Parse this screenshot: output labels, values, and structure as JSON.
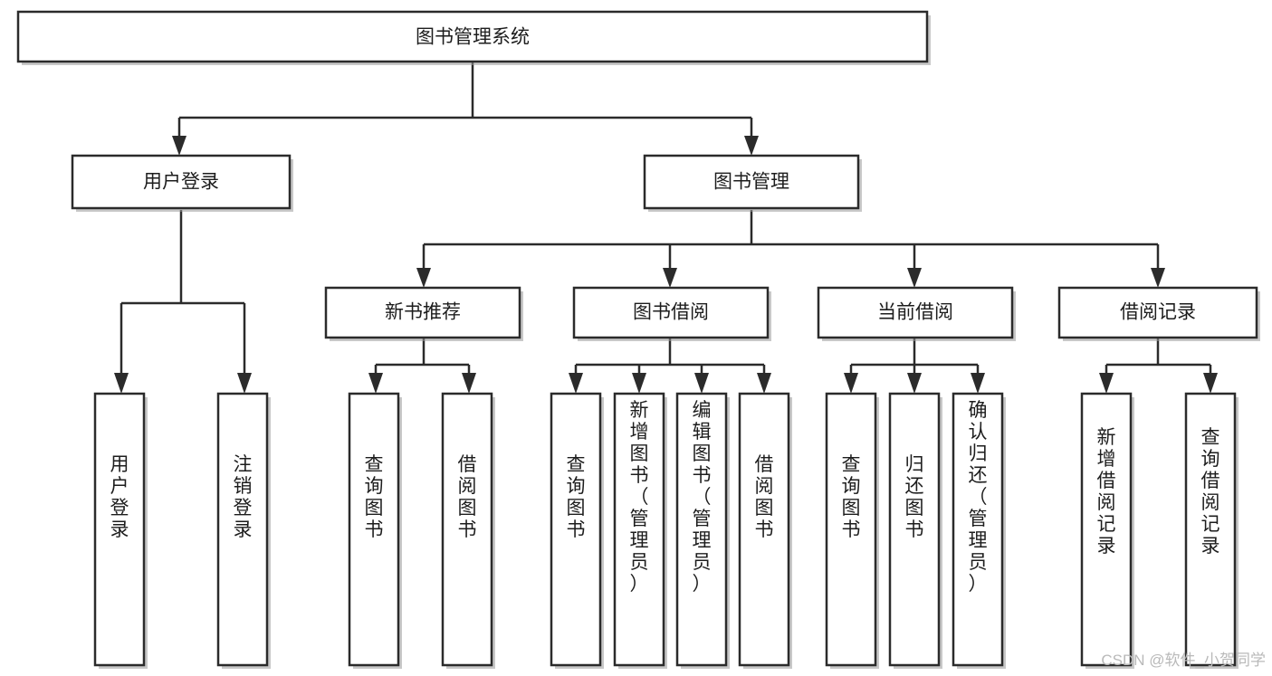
{
  "diagram": {
    "type": "hierarchy-tree",
    "title": "图书管理系统",
    "orientation": "top-down",
    "colors": {
      "box_fill": "#ffffff",
      "box_stroke": "#2b2b2b",
      "text": "#1d1d1d",
      "watermark": "#b9b9b9",
      "background": "#ffffff"
    },
    "root": {
      "label": "图书管理系统"
    },
    "level2": [
      {
        "label": "用户登录"
      },
      {
        "label": "图书管理"
      }
    ],
    "level3": [
      {
        "label": "新书推荐"
      },
      {
        "label": "图书借阅"
      },
      {
        "label": "当前借阅"
      },
      {
        "label": "借阅记录"
      }
    ],
    "leaves": {
      "user_login": [
        {
          "label": "用户登录"
        },
        {
          "label": "注销登录"
        }
      ],
      "new_book_recommend": [
        {
          "label": "查询图书"
        },
        {
          "label": "借阅图书"
        }
      ],
      "book_borrow": [
        {
          "label": "查询图书"
        },
        {
          "label": "新增图书（管理员）"
        },
        {
          "label": "编辑图书（管理员）"
        },
        {
          "label": "借阅图书"
        }
      ],
      "current_borrow": [
        {
          "label": "查询图书"
        },
        {
          "label": "归还图书"
        },
        {
          "label": "确认归还（管理员）"
        }
      ],
      "borrow_record": [
        {
          "label": "新增借阅记录"
        },
        {
          "label": "查询借阅记录"
        }
      ]
    }
  },
  "watermark": {
    "text": "CSDN @软件_小贺同学"
  }
}
